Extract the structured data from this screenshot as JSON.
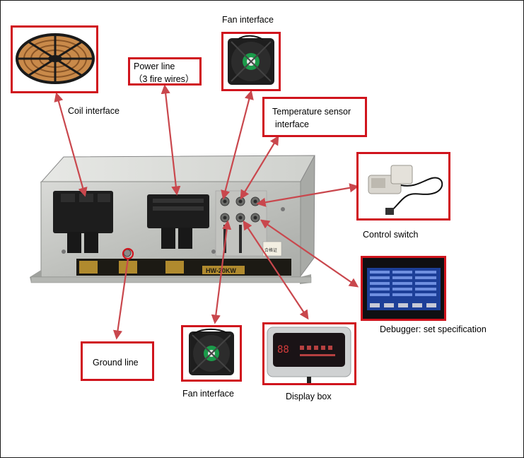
{
  "labels": {
    "coil_interface": "Coil interface",
    "power_line_1": "Power line",
    "power_line_2": "（3 fire wires）",
    "fan_interface_top": "Fan interface",
    "temp_sensor_1": "Temperature sensor",
    "temp_sensor_2": "interface",
    "control_switch": "Control switch",
    "debugger": "Debugger: set specification",
    "display_box": "Display box",
    "fan_interface_bottom": "Fan interface",
    "ground_line": "Ground line"
  },
  "device": {
    "model_label": "HW-20KW",
    "badge": "合格证"
  },
  "display": {
    "digits": "88"
  },
  "colors": {
    "annotation_red": "#d0141d",
    "arrow": "#c9474d",
    "panel_metal": "#c8c9c6",
    "label_strip": "#1c1a14",
    "label_gold": "#b08a2e"
  },
  "icons": [
    "coil-icon",
    "fan-icon",
    "control-switch-icon",
    "debugger-screen-icon",
    "display-box-icon",
    "induction-heater-device"
  ]
}
